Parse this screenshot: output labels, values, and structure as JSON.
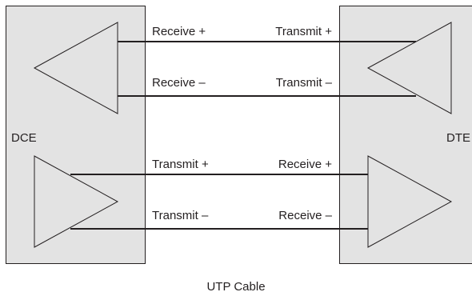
{
  "devices": {
    "left": "DCE",
    "right": "DTE"
  },
  "pairs": {
    "top_left_pos": "Receive +",
    "top_right_pos": "Transmit +",
    "top_left_neg": "Receive –",
    "top_right_neg": "Transmit –",
    "bottom_left_pos": "Transmit +",
    "bottom_right_pos": "Receive +",
    "bottom_left_neg": "Transmit –",
    "bottom_right_neg": "Receive –"
  },
  "caption": "UTP Cable"
}
